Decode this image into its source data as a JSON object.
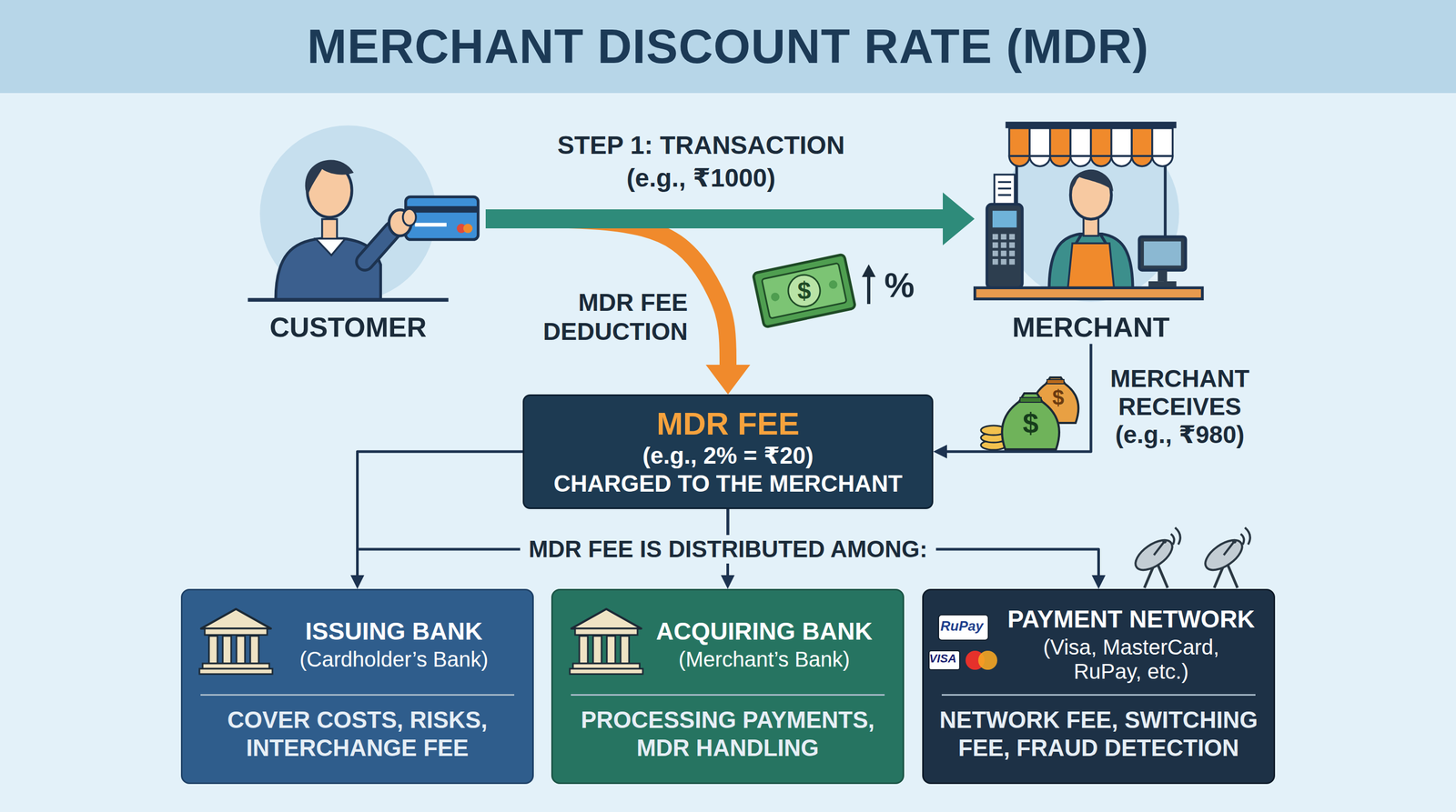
{
  "diagram": {
    "title": "MERCHANT DISCOUNT RATE (MDR)",
    "nodes": [
      {
        "text": [
          "CUSTOMER"
        ]
      },
      {
        "text": [
          "MERCHANT"
        ]
      },
      {
        "text": [
          "MDR FEE",
          "(e.g., 2% = ₹20)",
          "CHARGED TO THE MERCHANT"
        ]
      },
      {
        "text": [
          "ISSUING BANK",
          "(Cardholder’s Bank)",
          "COVER COSTS, RISKS, INTERCHANGE FEE"
        ]
      },
      {
        "text": [
          "ACQUIRING BANK",
          "(Merchant’s Bank)",
          "PROCESSING PAYMENTS, MDR HANDLING"
        ]
      },
      {
        "text": [
          "PAYMENT NETWORK",
          "(Visa, MasterCard, RuPay, etc.)",
          "NETWORK FEE, SWITCHING FEE, FRAUD DETECTION"
        ]
      }
    ],
    "edges": [
      {
        "from": 0,
        "to": 1,
        "arrow": "to",
        "label": "STEP 1: TRANSACTION (e.g., ₹1000)"
      },
      {
        "from": 0,
        "to": 2,
        "arrow": "to",
        "label": "MDR FEE DEDUCTION"
      },
      {
        "from": 1,
        "to": 2,
        "arrow": "to"
      },
      {
        "from": 2,
        "to": 3,
        "arrow": "to"
      },
      {
        "from": 2,
        "to": 4,
        "arrow": "to"
      },
      {
        "from": 2,
        "to": 5,
        "arrow": "to"
      }
    ],
    "labels": [
      "MERCHANT RECEIVES (e.g., ₹980)",
      "MDR FEE IS DISTRIBUTED AMONG:",
      "%",
      "$",
      "$",
      "$",
      "RuPay",
      "VISA"
    ]
  }
}
